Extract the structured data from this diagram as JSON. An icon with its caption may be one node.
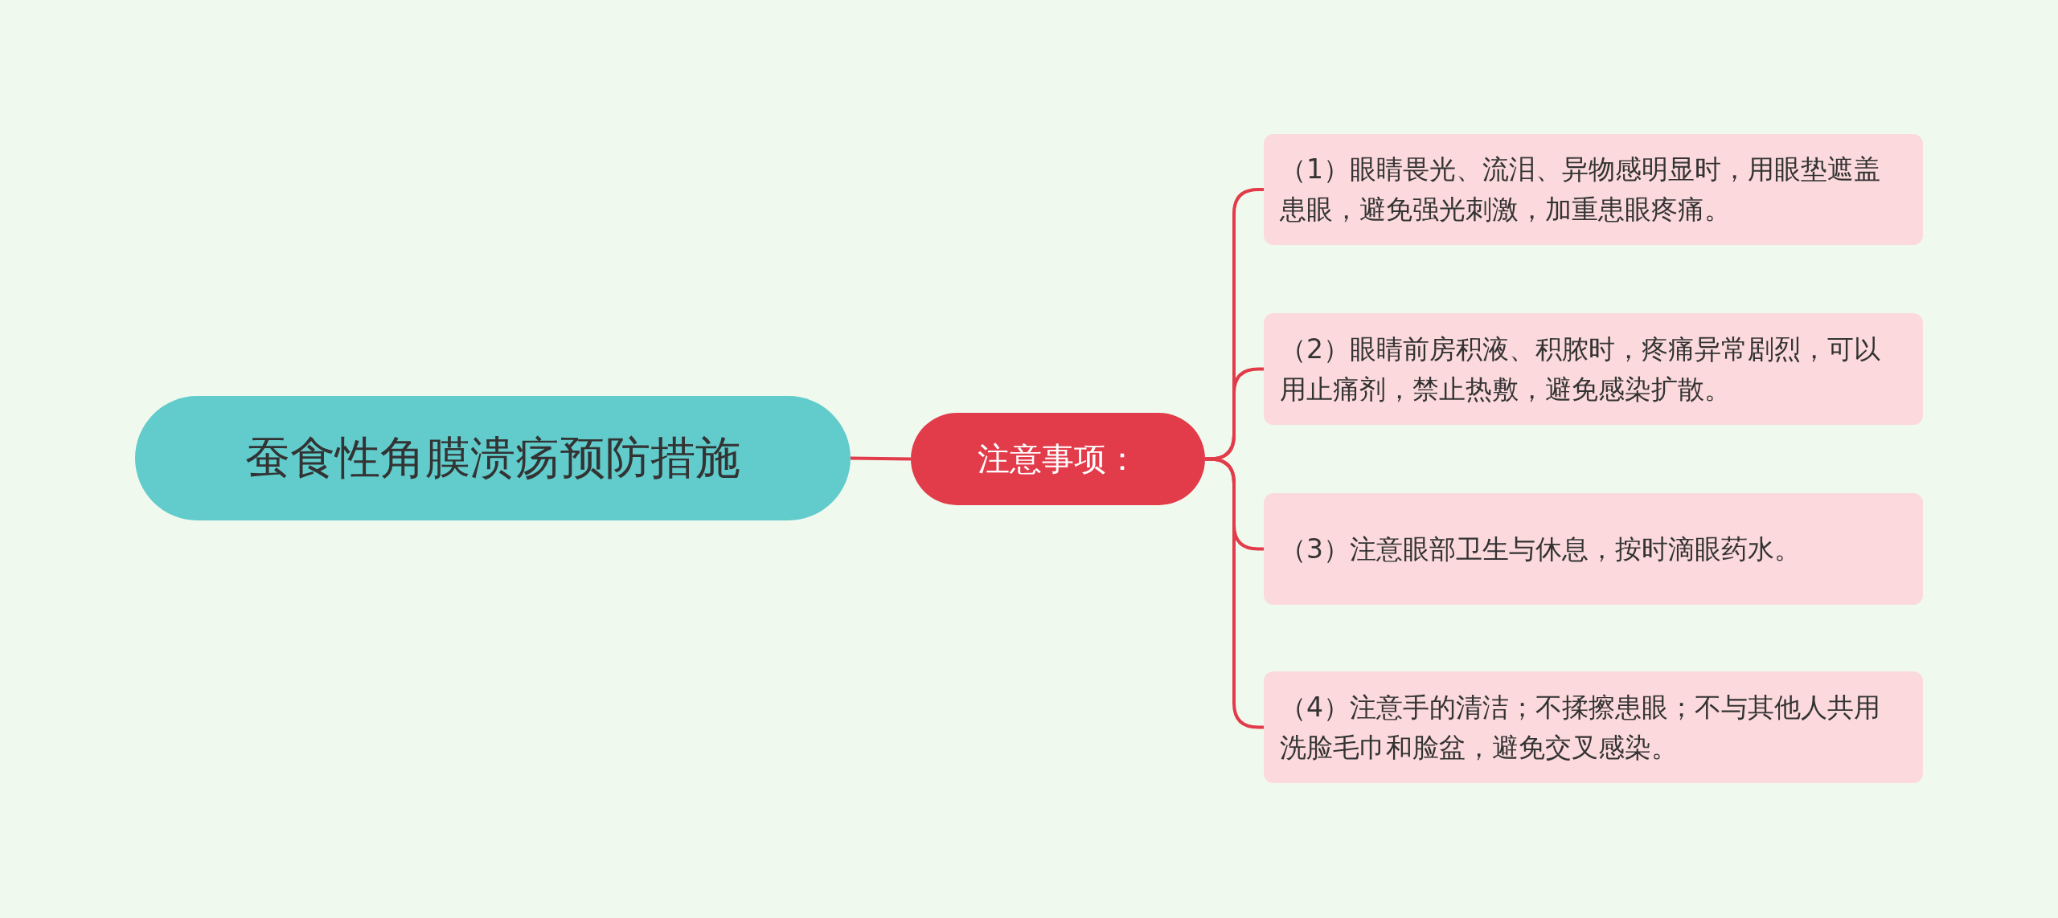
{
  "diagram": {
    "nodes": [
      {
        "text": [
          "蚕食性角膜溃疡预防措施"
        ]
      },
      {
        "text": [
          "注意事项："
        ]
      },
      {
        "text": [
          "（1）眼睛畏光、流泪、异物感明显时，用眼垫遮盖患眼，避免强光刺激，加重患眼疼痛。"
        ]
      },
      {
        "text": [
          "（2）眼睛前房积液、积脓时，疼痛异常剧烈，可以用止痛剂，禁止热敷，避免感染扩散。"
        ]
      },
      {
        "text": [
          "（3）注意眼部卫生与休息，按时滴眼药水。"
        ]
      },
      {
        "text": [
          "（4）注意手的清洁；不揉擦患眼；不与其他人共用洗脸毛巾和脸盆，避免交叉感染。"
        ]
      }
    ],
    "edges": [
      {
        "from": 0,
        "to": 1,
        "arrow": "none"
      },
      {
        "from": 1,
        "to": 2,
        "arrow": "none"
      },
      {
        "from": 1,
        "to": 3,
        "arrow": "none"
      },
      {
        "from": 1,
        "to": 4,
        "arrow": "none"
      },
      {
        "from": 1,
        "to": 5,
        "arrow": "none"
      }
    ]
  }
}
